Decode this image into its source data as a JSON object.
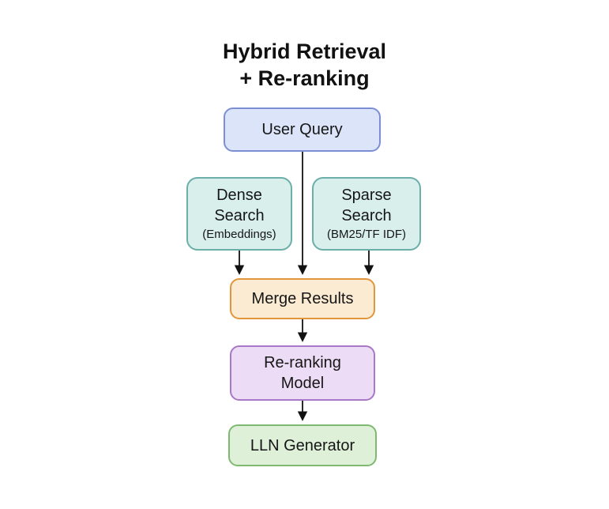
{
  "title": {
    "line1": "Hybrid Retrieval",
    "line2": "+ Re-ranking"
  },
  "nodes": {
    "user_query": {
      "label": "User Query"
    },
    "dense_search": {
      "label": "Dense Search",
      "sublabel": "(Embeddings)"
    },
    "sparse_search": {
      "label": "Sparse Search",
      "sublabel": "(BM25/TF IDF)"
    },
    "merge_results": {
      "label": "Merge Results"
    },
    "reranking_model": {
      "label": "Re-ranking Model"
    },
    "lln_generator": {
      "label": "LLN Generator"
    }
  },
  "edges": [
    {
      "from": "User Query",
      "to": "Merge Results"
    },
    {
      "from": "Dense Search",
      "to": "Merge Results"
    },
    {
      "from": "Sparse Search",
      "to": "Merge Results"
    },
    {
      "from": "Merge Results",
      "to": "Re-ranking Model"
    },
    {
      "from": "Re-ranking Model",
      "to": "LLN Generator"
    }
  ],
  "colors": {
    "background": "#ffffff",
    "text": "#121212",
    "arrow": "#111111",
    "user_query": {
      "fill": "#dbe4f8",
      "border": "#7b8fd5"
    },
    "search_nodes": {
      "fill": "#d8efec",
      "border": "#6bafa8"
    },
    "merge_results": {
      "fill": "#fbebd2",
      "border": "#e2953a"
    },
    "reranking": {
      "fill": "#eddcf5",
      "border": "#a877c8"
    },
    "generator": {
      "fill": "#dff0d9",
      "border": "#7fb971"
    }
  }
}
